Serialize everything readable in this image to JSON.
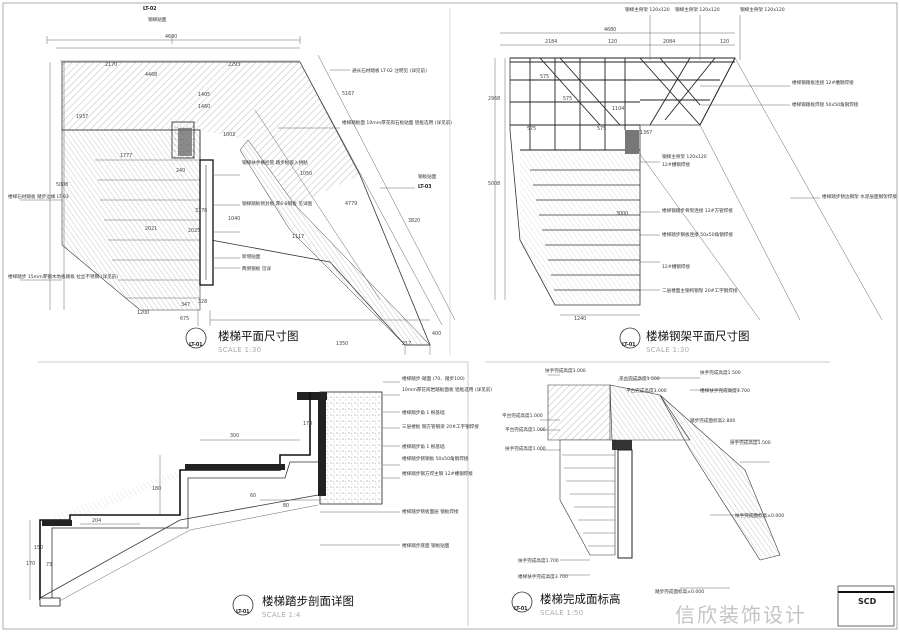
{
  "top_left": {
    "title": "楼梯平面尺寸图",
    "scale": "SCALE 1:30",
    "sheet": "LT-01",
    "ref": "LT-02",
    "dims": {
      "overall": "4680",
      "top_a": "2170",
      "top_b": "2293",
      "top_c": "4468",
      "top_d": "1405",
      "mid_a": "1460",
      "mid_b": "1777",
      "mid_c": "1003",
      "left_a": "1937",
      "left_b": "5008",
      "left_c": "2021",
      "post_a": "240",
      "post_b": "3178",
      "post_c": "2025",
      "post_d": "1040",
      "bot_a": "1200",
      "bot_b": "675",
      "bot_c": "347",
      "bot_d": "328",
      "bot_e": "1350",
      "bot_f": "217",
      "bot_g": "400",
      "diag_a": "5167",
      "diag_b": "1050",
      "diag_c": "4779",
      "diag_d": "3820",
      "diag_e": "1117"
    },
    "notes": [
      "钢梯贴面",
      "通长石材踏板 LT-02 注明见 (详见前)",
      "楼梯踏板面 10mm厚花岗石板贴面 铝框选用 (详见前)",
      "钢梯扶手横栏管 踏步板嵌入拼贴",
      "钢板贴面",
      "钢梯踏板侧封板 厚6-8钢板 见详图",
      "新增贴面",
      "两侧钢板 见详",
      "LT-03",
      "楼梯石材踏板 踏步边缘 LT-03",
      "楼梯踏步 15mm厚钢木地板踏板 拉丝不锈钢 (详见前)"
    ]
  },
  "top_right": {
    "title": "楼梯钢架平面尺寸图",
    "scale": "SCALE 1:30",
    "sheet": "LT-01",
    "dims": {
      "overall": "4680",
      "top_a": "2184",
      "top_b": "120",
      "top_c": "2084",
      "top_d": "120",
      "row_a": "575",
      "row_b": "575",
      "row_c": "575",
      "row_d": "575",
      "left_a": "2968",
      "left_b": "5008",
      "left_c": "3000",
      "left_d": "1367",
      "bot_a": "1240",
      "bot_b": "1104"
    },
    "notes": [
      "钢梯主骨架 120x120",
      "钢梯主骨架 120x120",
      "钢梯主骨架 120x120",
      "楼梯钢踏板连接 12#槽钢焊接",
      "楼梯钢踏板焊接 50x50角钢焊接",
      "钢梯主骨架 120x120",
      "12#槽钢焊接",
      "楼梯钢踏步骨架连接 12#方管焊接",
      "楼梯踏步钢板连接 50x50角钢焊接",
      "12#槽钢焊接",
      "二层楼面主钢构钢架 20#工字钢焊接",
      "楼梯踏步侧边钢架 水泥层面钢架焊接"
    ]
  },
  "bottom_left": {
    "title": "楼梯踏步剖面详图",
    "scale": "SCALE 1:4",
    "sheet": "LT-01",
    "dims": {
      "a": "300",
      "b": "170",
      "c": "180",
      "d": "60",
      "e": "80",
      "f": "204",
      "g": "150",
      "h": "73",
      "i": "170"
    },
    "notes": [
      "楼梯踏步-踏面 (70、踏步100)",
      "10mm厚花岗岩踏板面板 铝框选用 (详见前)",
      "楼梯踏步角 1 根基础",
      "三层楼板 钢方管钢梁 20#工字钢焊接",
      "楼梯踏步角 1 根基础",
      "楼梯踏步侧钢板 50x50角钢焊接",
      "楼梯踏步钢方焊主钢 12#槽钢焊接",
      "楼梯踏步侧板面层 钢板焊接",
      "楼梯踏步底面 钢板贴面"
    ]
  },
  "bottom_right": {
    "title": "楼梯完成面标高",
    "scale": "SCALE 1:50",
    "sheet": "LT-01",
    "notes": [
      "扶手完成高度3.000",
      "平台完成高度1.500",
      "扶手完成高度1.500",
      "平台完成高度3.000",
      "楼梯扶手完成高度3.700",
      "平台完成高度1.000",
      "平台完成高度1.000",
      "扶手完成高度1.000",
      "踏步完成面标高2.800",
      "扶手完成高度1.500",
      "扶手完成面标高±0.000",
      "扶手完成高度1.700",
      "楼梯扶手完成高度3.700",
      "踏步完成面标高±0.000"
    ]
  },
  "watermark": "信欣装饰设计",
  "logo": "SCD"
}
